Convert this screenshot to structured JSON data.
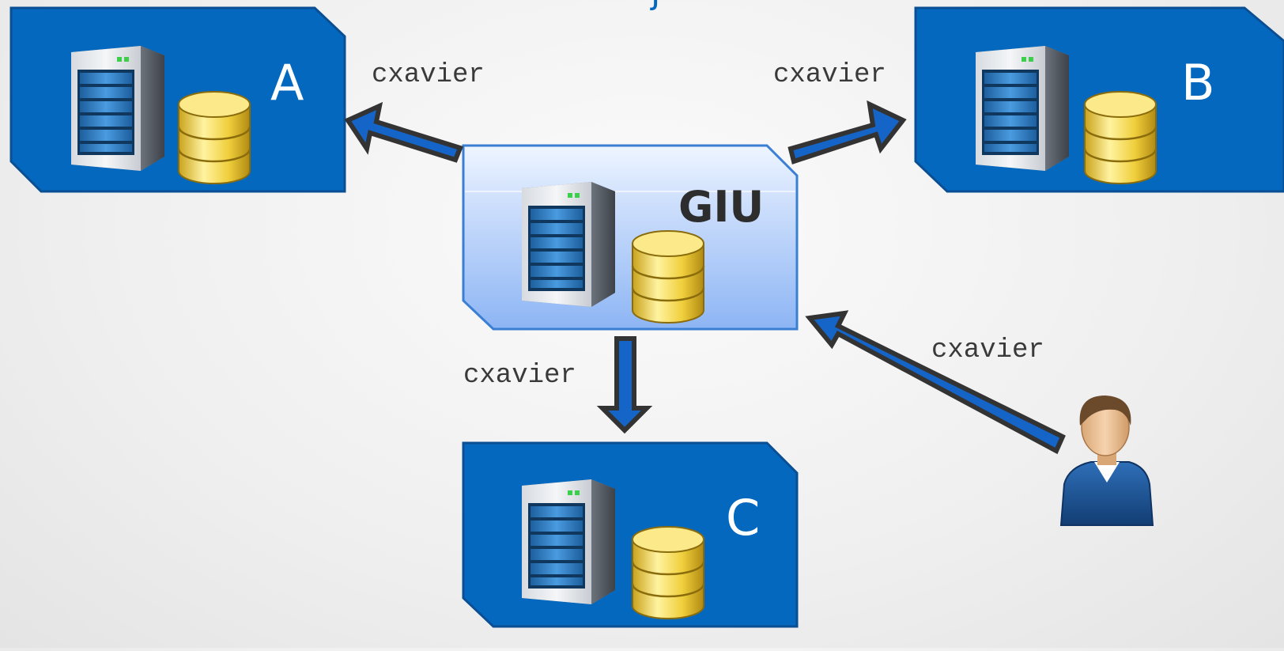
{
  "diagram": {
    "top_fragment": "j",
    "nodes": {
      "a": {
        "label": "A"
      },
      "b": {
        "label": "B"
      },
      "c": {
        "label": "C"
      },
      "giu": {
        "label": "GIU"
      }
    },
    "edges": {
      "giu_to_a": {
        "label": "cxavier"
      },
      "giu_to_b": {
        "label": "cxavier"
      },
      "giu_to_c": {
        "label": "cxavier"
      },
      "user_to_giu": {
        "label": "cxavier"
      }
    },
    "icons": [
      "server-icon",
      "database-icon",
      "user-icon"
    ]
  },
  "colors": {
    "node_fill": "#0468bf",
    "node_border": "#0a4f94",
    "giu_fill_top": "#e4efff",
    "giu_fill_bottom": "#8fb7f5",
    "arrow_fill": "#1565c8",
    "arrow_outline": "#333333",
    "label_text": "#3a3a3a"
  }
}
